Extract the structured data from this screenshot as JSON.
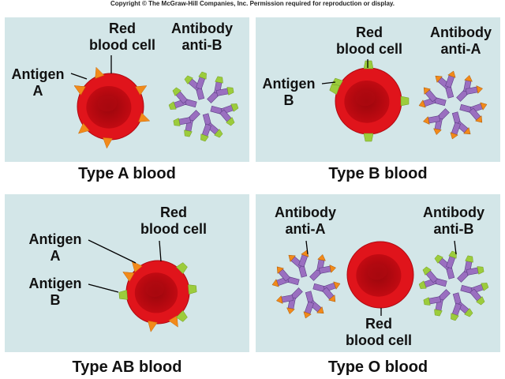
{
  "copyright": "Copyright © The McGraw-Hill Companies, Inc. Permission required for reproduction or display.",
  "colors": {
    "panel": "#d3e6e8",
    "rbc_outer": "#e0141b",
    "rbc_inner": "#a8080e",
    "antigen_a": "#f28a1a",
    "antigen_b": "#9ccc3c",
    "antibody": "#9a6fc0"
  },
  "panels": [
    {
      "caption": "Type A blood",
      "rbc_label": [
        "Red",
        "blood cell"
      ],
      "antigen_labels": [
        [
          "Antigen",
          "A"
        ]
      ],
      "antibody_labels": [
        [
          "Antibody",
          "anti-B"
        ]
      ]
    },
    {
      "caption": "Type B blood",
      "rbc_label": [
        "Red",
        "blood cell"
      ],
      "antigen_labels": [
        [
          "Antigen",
          "B"
        ]
      ],
      "antibody_labels": [
        [
          "Antibody",
          "anti-A"
        ]
      ]
    },
    {
      "caption": "Type AB blood",
      "rbc_label": [
        "Red",
        "blood cell"
      ],
      "antigen_labels": [
        [
          "Antigen",
          "A"
        ],
        [
          "Antigen",
          "B"
        ]
      ],
      "antibody_labels": []
    },
    {
      "caption": "Type O blood",
      "rbc_label": [
        "Red",
        "blood cell"
      ],
      "antigen_labels": [],
      "antibody_labels": [
        [
          "Antibody",
          "anti-A"
        ],
        [
          "Antibody",
          "anti-B"
        ]
      ]
    }
  ]
}
